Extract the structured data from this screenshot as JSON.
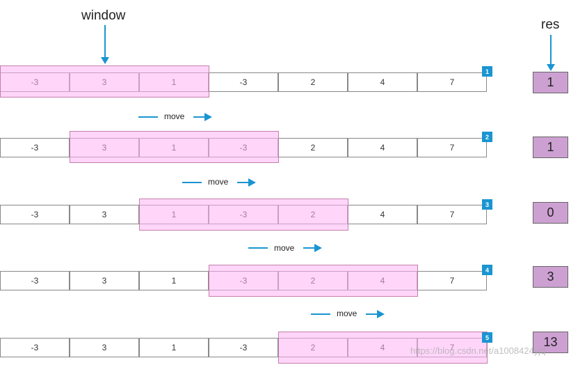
{
  "labels": {
    "window": "window",
    "res": "res",
    "move": "move",
    "watermark": "https://blog.csdn.net/a1008424yjq"
  },
  "colors": {
    "window_fill": "#ffb4f5",
    "window_border": "#c27fa8",
    "res_fill": "#cda0d2",
    "arrow": "#1a95d1",
    "badge": "#1a95d1"
  },
  "array": [
    "-3",
    "3",
    "1",
    "-3",
    "2",
    "4",
    "7"
  ],
  "steps": [
    {
      "badge": "1",
      "res": "1",
      "window_start": 0,
      "window_size": 3
    },
    {
      "badge": "2",
      "res": "1",
      "window_start": 1,
      "window_size": 3
    },
    {
      "badge": "3",
      "res": "0",
      "window_start": 2,
      "window_size": 3
    },
    {
      "badge": "4",
      "res": "3",
      "window_start": 3,
      "window_size": 3
    },
    {
      "badge": "5",
      "res": "13",
      "window_start": 4,
      "window_size": 3
    }
  ]
}
